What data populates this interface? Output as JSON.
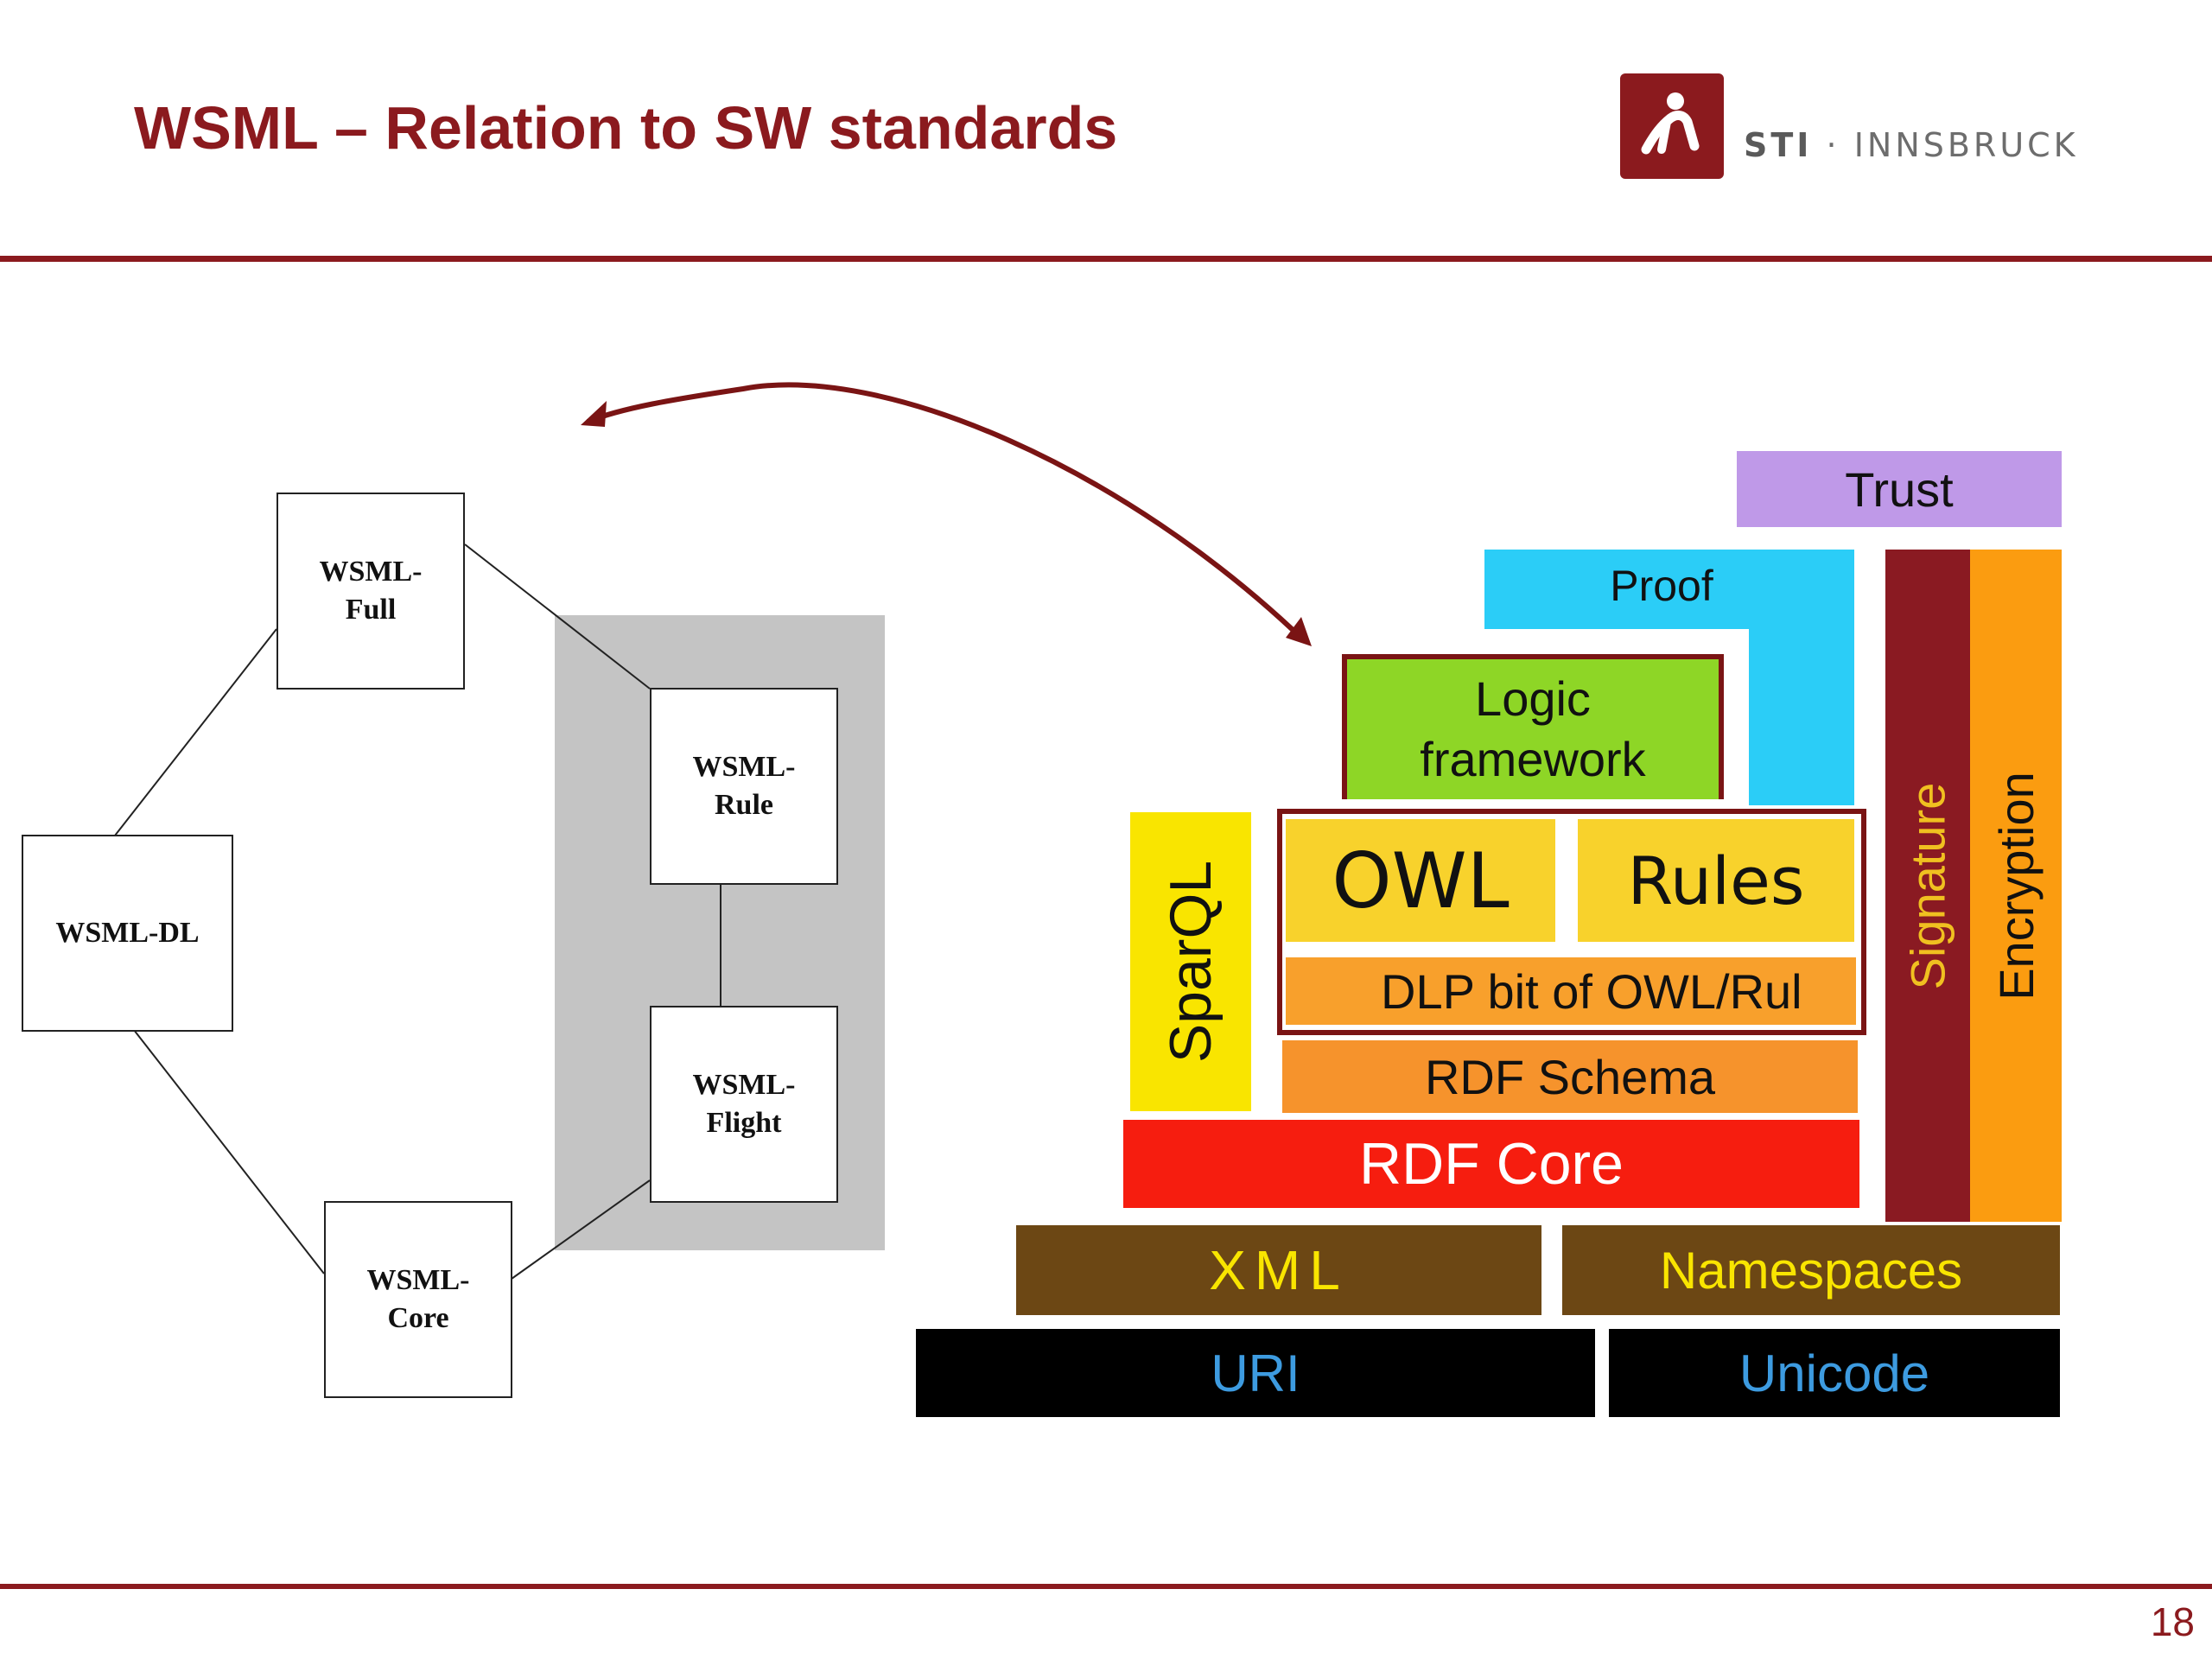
{
  "slide": {
    "title": "WSML – Relation to SW standards",
    "page_number": "18"
  },
  "logo": {
    "brand": "STI",
    "separator": " · ",
    "location": "INNSBRUCK",
    "icon": "sti-runner-icon"
  },
  "wsml_variants": {
    "full": "WSML-\nFull",
    "rule": "WSML-\nRule",
    "dl": "WSML-DL",
    "flight": "WSML-\nFlight",
    "core": "WSML-\nCore"
  },
  "sw_stack": {
    "trust": "Trust",
    "proof": "Proof",
    "logic": "Logic\nframework",
    "sparql": "SparQL",
    "owl": "OWL",
    "rules": "Rules",
    "dlp": "DLP bit of OWL/Rul",
    "rdf_schema": "RDF Schema",
    "rdf_core": "RDF Core",
    "xml": "XML",
    "namespaces": "Namespaces",
    "uri": "URI",
    "unicode": "Unicode",
    "signature": "Signature",
    "encryption": "Encryption"
  },
  "colors": {
    "brand_red": "#8b1a1e",
    "trust": "#bf99e8",
    "proof": "#2bcdf7",
    "logic": "#8ed626",
    "sparql": "#f9e500",
    "owl_rules": "#f8d22c",
    "dlp": "#f8a02c",
    "rdf_schema": "#f6932c",
    "rdf_core": "#f61d0f",
    "xml_namespaces": "#6c4714",
    "uri_unicode": "#000000",
    "signature": "#8a1a22",
    "encryption": "#fb9c10",
    "highlight_outline": "#7a1414",
    "grey_region": "#c4c4c4"
  }
}
